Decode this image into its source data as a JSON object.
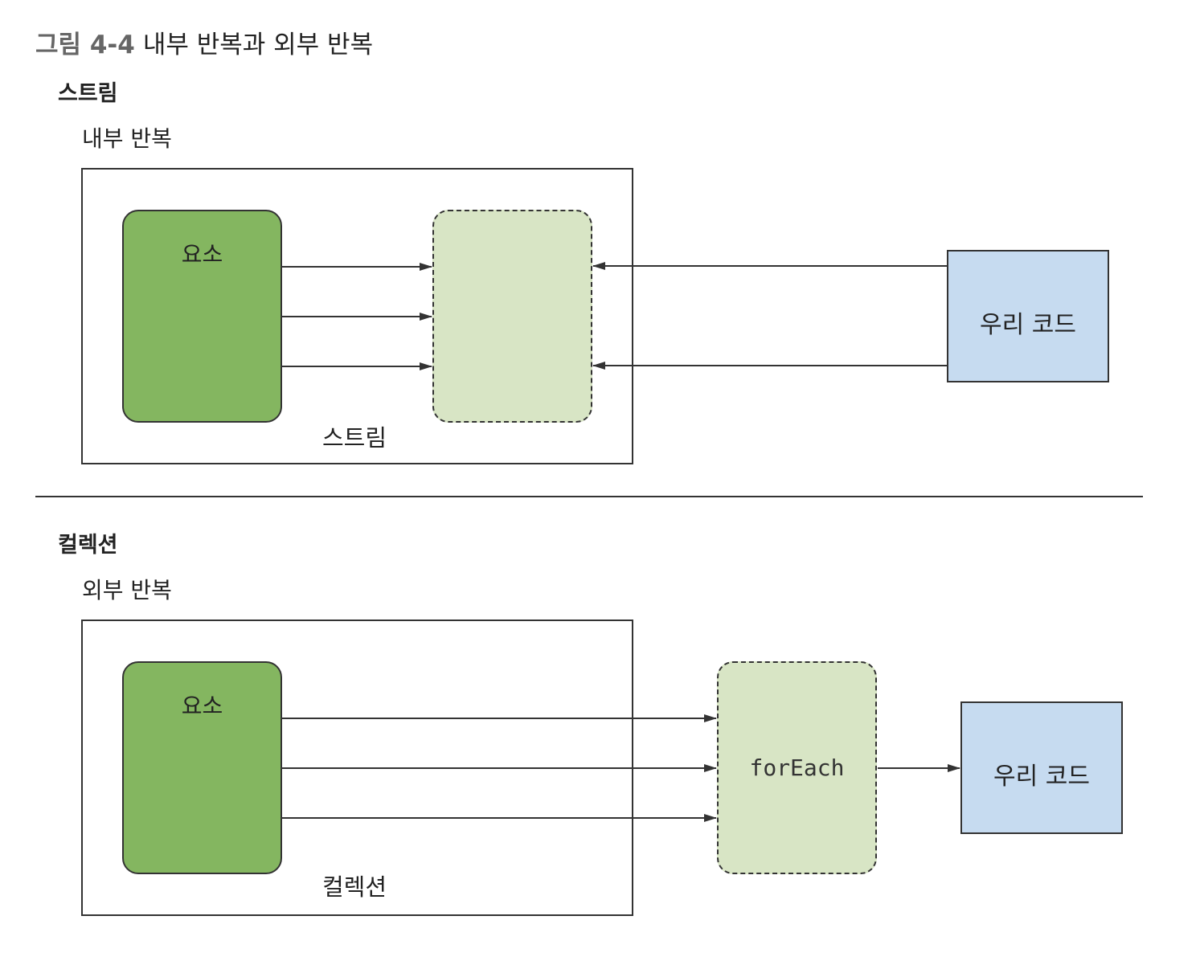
{
  "figure": {
    "number": "그림 4-4",
    "title": "내부 반복과 외부 반복"
  },
  "stream_section": {
    "title": "스트림",
    "subtitle": "내부 반복",
    "element_label": "요소",
    "container_label": "스트림",
    "code_label": "우리 코드"
  },
  "collection_section": {
    "title": "컬렉션",
    "subtitle": "외부 반복",
    "element_label": "요소",
    "container_label": "컬렉션",
    "foreach_label": "forEach",
    "code_label": "우리 코드"
  },
  "colors": {
    "element_fill": "#84b660",
    "iterator_fill": "#d8e5c5",
    "code_fill": "#c6dbf0",
    "stroke": "#333333"
  }
}
